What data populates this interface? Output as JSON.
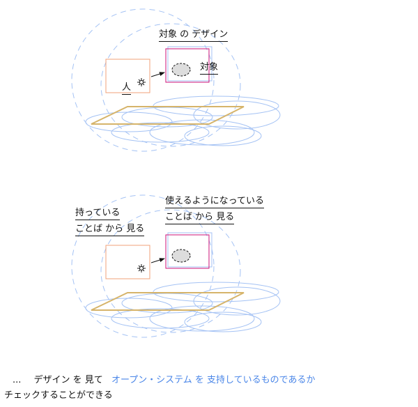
{
  "diagram1": {
    "title": "対象 の デザイン",
    "object_label": "対象",
    "person_label": "人"
  },
  "diagram2": {
    "left_label_line1": "持っている",
    "left_label_line2": "ことば から 見る",
    "right_label_line1": "使えるようになっている",
    "right_label_line2": "ことば から 見る"
  },
  "caption": {
    "ellipsis": "...",
    "part1": "デザイン を 見て",
    "highlight": "オープン・システム を 支持しているものであるか",
    "part2": "チェックすることができる"
  },
  "colors": {
    "dashed_circle": "#a4c2f4",
    "person_box": "#f0a078",
    "object_box": "#cc1177",
    "object_box_shadow": "#a4c2f4",
    "ground": "#d6b46a",
    "highlight": "#4a86e8"
  }
}
